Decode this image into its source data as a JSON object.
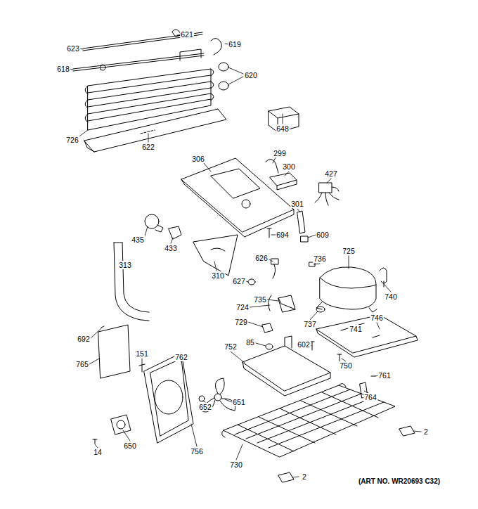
{
  "diagram": {
    "labels": [
      "623",
      "621",
      "619",
      "618",
      "620",
      "726",
      "622",
      "648",
      "299",
      "300",
      "306",
      "427",
      "435",
      "433",
      "301",
      "694",
      "609",
      "313",
      "310",
      "626",
      "627",
      "736",
      "725",
      "740",
      "735",
      "724",
      "729",
      "737",
      "741",
      "746",
      "85",
      "602",
      "752",
      "692",
      "151",
      "762",
      "765",
      "750",
      "761",
      "764",
      "652",
      "651",
      "650",
      "14",
      "756",
      "730",
      "2",
      "2",
      "(ART NO. WR20693 C32)"
    ]
  }
}
